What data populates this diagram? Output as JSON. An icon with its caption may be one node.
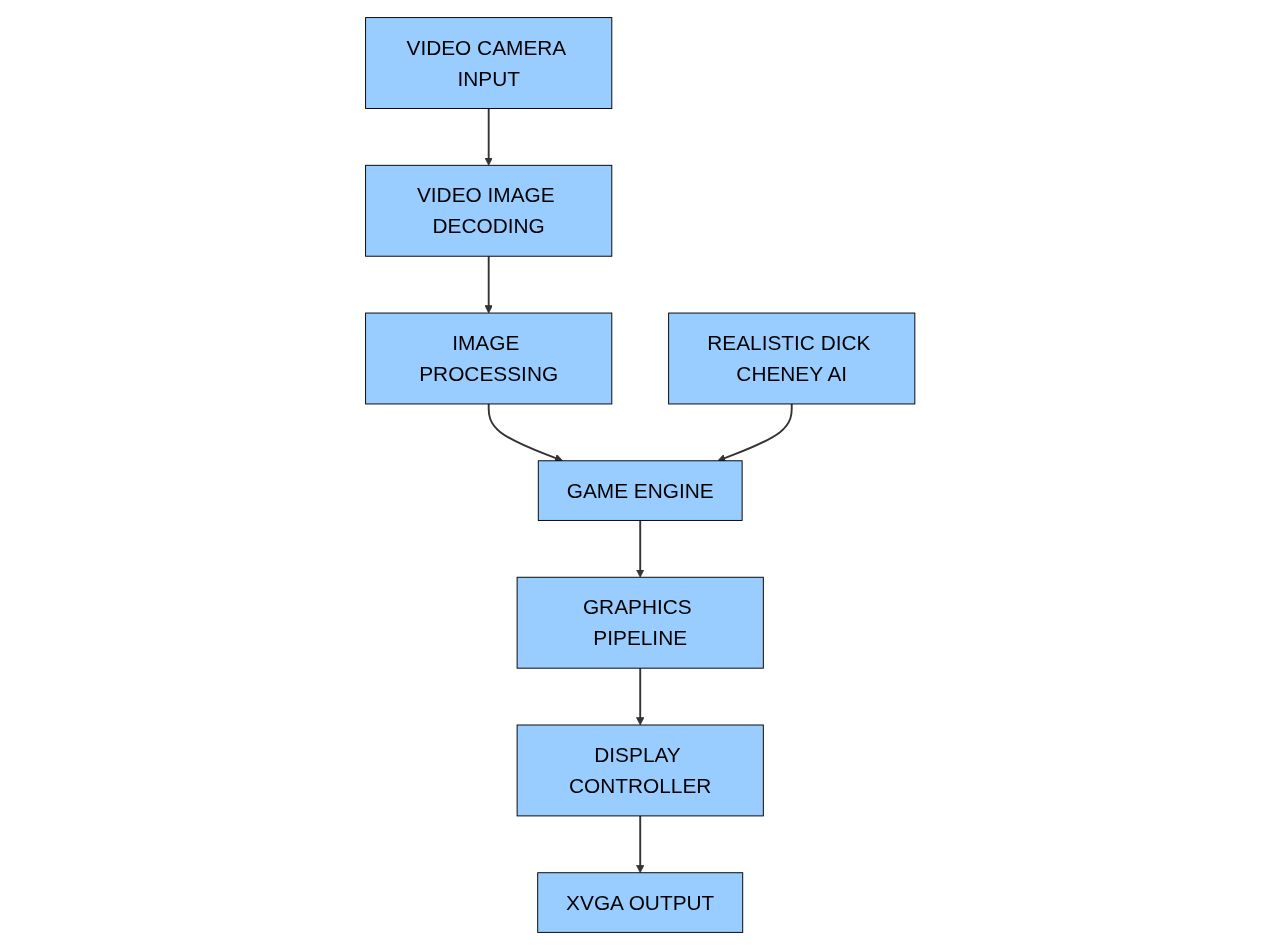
{
  "diagram": {
    "nodes": [
      {
        "text": [
          "VIDEO CAMERA INPUT"
        ]
      },
      {
        "text": [
          "VIDEO IMAGE DECODING"
        ]
      },
      {
        "text": [
          "IMAGE PROCESSING"
        ]
      },
      {
        "text": [
          "REALISTIC DICK CHENEY AI"
        ]
      },
      {
        "text": [
          "GAME ENGINE"
        ]
      },
      {
        "text": [
          "GRAPHICS PIPELINE"
        ]
      },
      {
        "text": [
          "DISPLAY CONTROLLER"
        ]
      },
      {
        "text": [
          "XVGA OUTPUT"
        ]
      }
    ],
    "edges": [
      {
        "from": 0,
        "to": 1,
        "arrow": "to"
      },
      {
        "from": 1,
        "to": 2,
        "arrow": "to"
      },
      {
        "from": 2,
        "to": 4,
        "arrow": "to"
      },
      {
        "from": 3,
        "to": 4,
        "arrow": "to"
      },
      {
        "from": 4,
        "to": 5,
        "arrow": "to"
      },
      {
        "from": 5,
        "to": 6,
        "arrow": "to"
      },
      {
        "from": 6,
        "to": 7,
        "arrow": "to"
      }
    ]
  }
}
